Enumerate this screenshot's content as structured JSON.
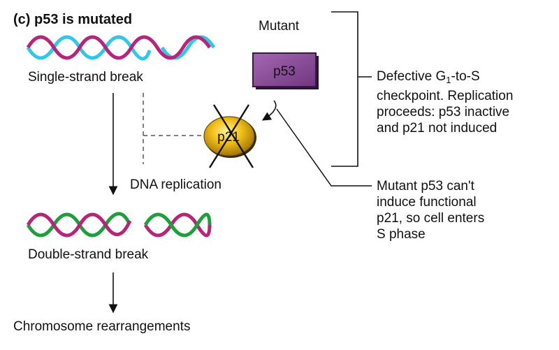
{
  "figure": {
    "panel_title": "(c)  p53 is mutated",
    "mutant_label": "Mutant",
    "p53_label": "p53",
    "p21_label": "p21",
    "single_strand_label": "Single-strand break",
    "dna_replication_label": "DNA replication",
    "double_strand_label": "Double-strand break",
    "rearrangement_label": "Chromosome rearrangements",
    "checkpoint_line1_prefix": "Defective G",
    "checkpoint_subscript": "1",
    "checkpoint_line1_suffix": "-to-S",
    "checkpoint_rest": "checkpoint. Replication\nproceeds: p53 inactive\nand p21 not induced",
    "mutant_note": "Mutant p53 can't\ninduce functional\np21, so cell enters\nS phase"
  },
  "colors": {
    "magenta_strand": "#b5267a",
    "cyan_strand": "#31c8e8",
    "green_strand": "#1e9e3c",
    "p53_box": "#8a4a96",
    "p21_gold": "#f2c018"
  }
}
